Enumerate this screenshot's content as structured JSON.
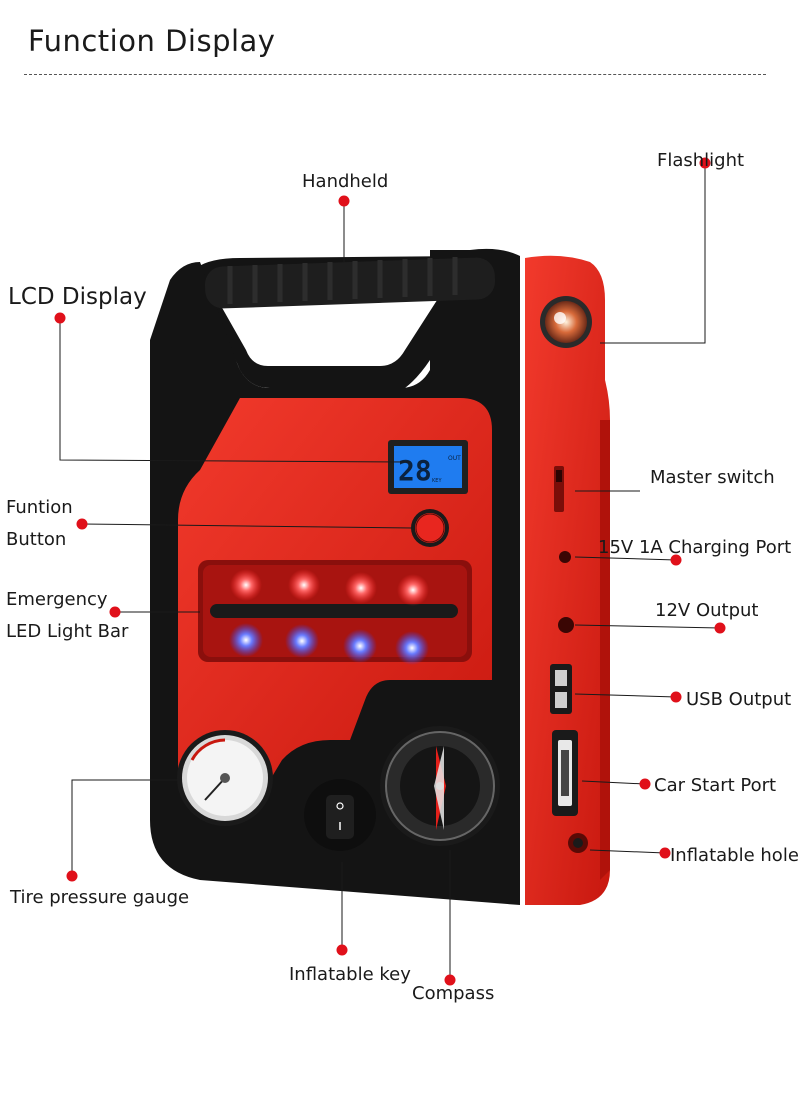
{
  "header": {
    "title": "Function Display"
  },
  "lcd": {
    "value": "28",
    "out": "OUT",
    "unit": "KEY"
  },
  "labels": {
    "handheld": "Handheld",
    "flashlight": "Flashlight",
    "lcd_display": "LCD Display",
    "master_switch": "Master switch",
    "function_button_1": "Funtion",
    "function_button_2": "Button",
    "charging_port": "15V 1A Charging Port",
    "led_bar_1": "Emergency",
    "led_bar_2": "LED Light Bar",
    "output_12v": "12V Output",
    "usb_output": "USB Output",
    "car_start_port": "Car Start Port",
    "inflatable_hole": "Inflatable hole",
    "tire_gauge": "Tire pressure gauge",
    "inflatable_key": "Inflatable key",
    "compass": "Compass"
  },
  "colors": {
    "body_red": "#e8261f",
    "shell_black": "#141414",
    "marker_red": "#e0101a",
    "led_red": "#ff2a2a",
    "led_blue": "#2a46ff",
    "lcd_blue": "#1f7cf0"
  }
}
